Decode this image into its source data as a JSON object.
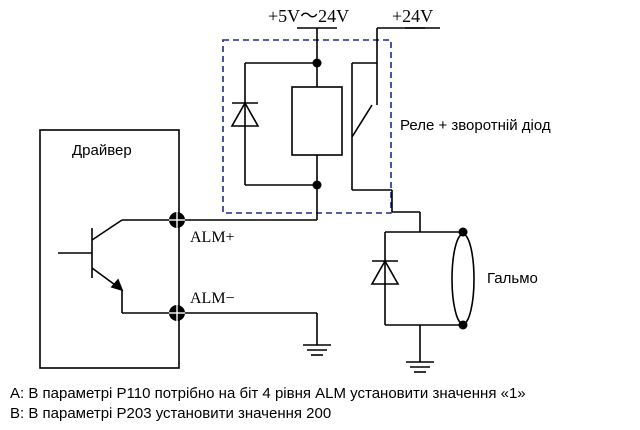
{
  "labels": {
    "supply_left": "+5V～24V",
    "supply_right": "+24V",
    "relay_caption": "Реле + зворотній діод",
    "driver": "Драйвер",
    "alm_plus": "ALM+",
    "alm_minus": "ALM−",
    "brake": "Гальмо"
  },
  "notes": {
    "a": "A: В параметрі P110 потрібно на біт 4 рівня ALM установити значення «1»",
    "b": "B: В параметрі P203 установити значення 200"
  },
  "colors": {
    "line": "#000000",
    "dashed_box": "#1f2a8a"
  }
}
